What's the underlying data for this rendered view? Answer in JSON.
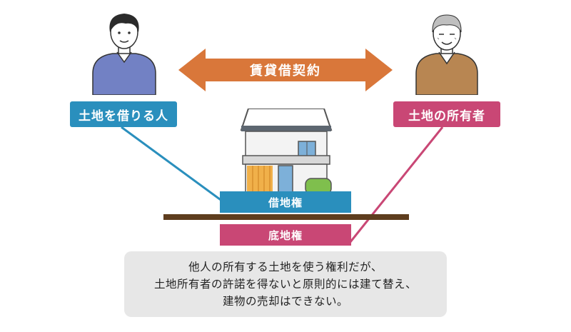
{
  "labels": {
    "contract": "賃貸借契約",
    "borrower": "土地を借りる人",
    "owner": "土地の所有者",
    "leasehold": "借地権",
    "bottom_land": "底地権"
  },
  "note": {
    "line1": "他人の所有する土地を使う権利だが、",
    "line2": "土地所有者の許諾を得ないと原則的には建て替え、",
    "line3": "建物の売却はできない。"
  },
  "colors": {
    "arrow": "#d9773a",
    "borrower": "#2a8fbd",
    "owner": "#c94775",
    "ground": "#5e3d1e",
    "note_bg": "#e7e7e7"
  },
  "icons": {
    "borrower_person": "young-man-icon",
    "owner_person": "elderly-man-icon",
    "building": "house-icon"
  }
}
